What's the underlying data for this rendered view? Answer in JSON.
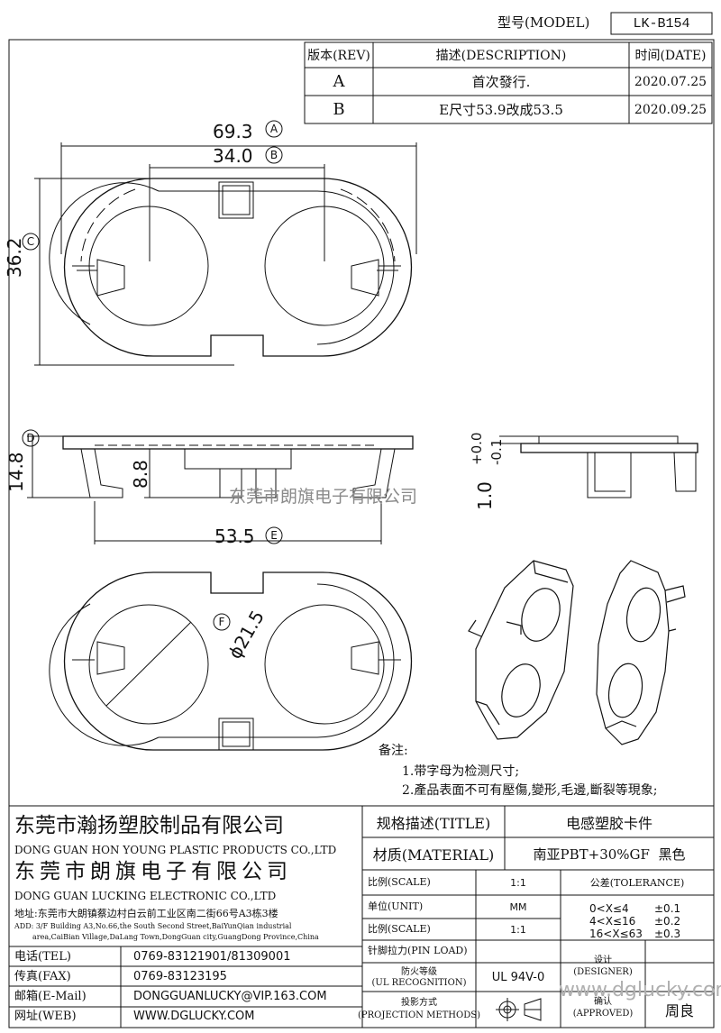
{
  "header": {
    "model_label": "型号(MODEL)",
    "model_value": "LK-B154"
  },
  "revision": {
    "headers": {
      "rev": "版本(REV)",
      "desc": "描述(DESCRIPTION)",
      "date": "时间(DATE)"
    },
    "rows": [
      {
        "rev": "A",
        "desc": "首次發行.",
        "date": "2020.07.25"
      },
      {
        "rev": "B",
        "desc": "E尺寸53.9改成53.5",
        "date": "2020.09.25"
      }
    ]
  },
  "dimensions": {
    "a": "69.3",
    "a_tag": "A",
    "b": "34.0",
    "b_tag": "B",
    "c": "36.2",
    "c_tag": "C",
    "d": "14.8",
    "d_tag": "D",
    "h": "8.8",
    "e": "53.5",
    "e_tag": "E",
    "f": "ϕ21.5",
    "f_tag": "F",
    "tol": "1.0",
    "tol_plus": "+0.0",
    "tol_minus": "-0.1"
  },
  "watermarks": {
    "center": "东莞市朗旗电子有限公司",
    "footer": "www.dglucky.com"
  },
  "notes": {
    "title": "备注:",
    "items": [
      "1.带字母为检测尺寸;",
      "2.產品表面不可有壓傷,變形,毛邊,斷裂等現象;"
    ]
  },
  "company": {
    "name1_cn": "东莞市瀚扬塑胶制品有限公司",
    "name1_en": "DONG GUAN HON YOUNG PLASTIC PRODUCTS CO.,LTD",
    "name2_cn": "东莞市朗旗电子有限公司",
    "name2_en": "DONG GUAN LUCKING ELECTRONIC CO.,LTD",
    "address_cn": "地址:东莞市大朗镇蔡边村白云前工业区南二街66号A3栋3楼",
    "address_en1": "ADD: 3/F Building A3,No.66,the South Second Street,BaiYunQian industrial",
    "address_en2": "area,CaiBian Village,DaLang Town,DongGuan city,GuangDong Province,China"
  },
  "contacts": [
    {
      "label": "电话(TEL)",
      "value": "0769-83121901/81309001"
    },
    {
      "label": "传真(FAX)",
      "value": "0769-83123195"
    },
    {
      "label": "邮箱(E-Mail)",
      "value": "DONGGUANLUCKY@VIP.163.COM"
    },
    {
      "label": "网址(WEB)",
      "value": "WWW.DGLUCKY.COM"
    }
  ],
  "spec": {
    "title_label": "规格描述(TITLE)",
    "title_value": "电感塑胶卡件",
    "material_label": "材质(MATERIAL)",
    "material_value": "南亚PBT+30%GF  黑色",
    "scale_label": "比例(SCALE)",
    "scale_value": "1:1",
    "unit_label": "单位(UNIT)",
    "unit_value": "MM",
    "scale2_label": "比例(SCALE)",
    "scale2_value": "1:1",
    "tolerance_label": "公差(TOLERANCE)",
    "tolerances": [
      {
        "range": "0<X≤4",
        "value": "±0.1"
      },
      {
        "range": "4<X≤16",
        "value": "±0.2"
      },
      {
        "range": "16<X≤63",
        "value": "±0.3"
      }
    ],
    "pin_load_label": "针脚拉力(PIN LOAD)",
    "fire_label1": "防火等级",
    "fire_label2": "(UL RECOGNITION)",
    "fire_value": "UL 94V-0",
    "proj_label1": "投影方式",
    "proj_label2": "(PROJECTION METHODS)",
    "designer_label1": "设计",
    "designer_label2": "(DESIGNER)",
    "approved_label1": "确认",
    "approved_label2": "(APPROVED)",
    "approved_value": "周良"
  }
}
